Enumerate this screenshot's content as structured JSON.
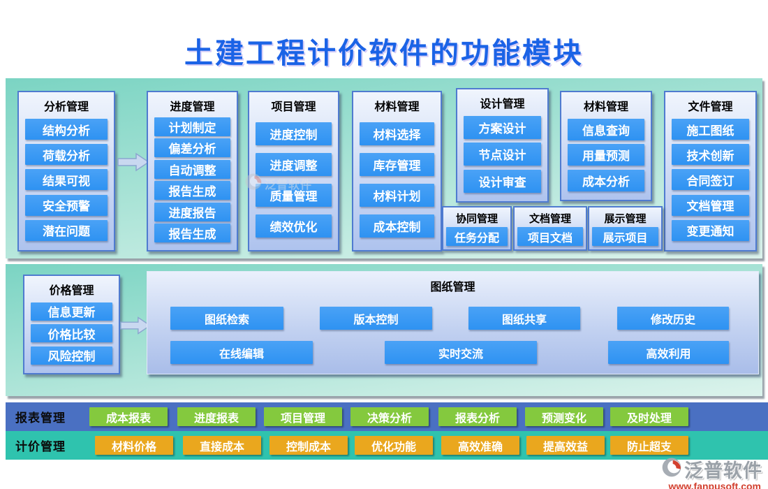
{
  "title": "土建工程计价软件的功能模块",
  "band1": {
    "columns": [
      {
        "header": "分析管理",
        "items": [
          "结构分析",
          "荷载分析",
          "结果可视",
          "安全预警",
          "潜在问题"
        ]
      },
      {
        "header": "进度管理",
        "items": [
          "计划制定",
          "偏差分析",
          "自动调整",
          "报告生成",
          "进度报告",
          "报告生成"
        ]
      },
      {
        "header": "项目管理",
        "items": [
          "进度控制",
          "进度调整",
          "质量管理",
          "绩效优化"
        ]
      },
      {
        "header": "材料管理",
        "items": [
          "材料选择",
          "库存管理",
          "材料计划",
          "成本控制"
        ]
      },
      {
        "header": "设计管理",
        "items": [
          "方案设计",
          "节点设计",
          "设计审查"
        ]
      },
      {
        "header": "材料管理",
        "items": [
          "信息查询",
          "用量预测",
          "成本分析"
        ]
      },
      {
        "header": "文件管理",
        "items": [
          "施工图纸",
          "技术创新",
          "合同签订",
          "文档管理",
          "变更通知"
        ]
      }
    ],
    "mini_panels": [
      {
        "header": "协同管理",
        "item": "任务分配"
      },
      {
        "header": "文档管理",
        "item": "项目文档"
      },
      {
        "header": "展示管理",
        "item": "展示项目"
      }
    ]
  },
  "band2": {
    "price_column": {
      "header": "价格管理",
      "items": [
        "信息更新",
        "价格比较",
        "风险控制"
      ]
    },
    "drawing_panel": {
      "title": "图纸管理",
      "row1": [
        "图纸检索",
        "版本控制",
        "图纸共享",
        "修改历史"
      ],
      "row2": [
        "在线编辑",
        "实时交流",
        "高效利用"
      ]
    }
  },
  "report_row": {
    "label": "报表管理",
    "items": [
      "成本报表",
      "进度报表",
      "项目管理",
      "决策分析",
      "报表分析",
      "预测变化",
      "及时处理"
    ]
  },
  "pricing_row": {
    "label": "计价管理",
    "items": [
      "材料价格",
      "直接成本",
      "控制成本",
      "优化功能",
      "高效准确",
      "提高效益",
      "防止超支"
    ]
  },
  "watermark": {
    "text": "泛普软件"
  },
  "footer": {
    "brand": "泛普软件",
    "url": "www.fanpusoft.com"
  },
  "colors": {
    "title_blue": "#1b63e6",
    "module_button_blue": "#3399f3",
    "report_row_bg": "#4a70c2",
    "pricing_row_bg": "#2fc3ae",
    "report_button_green": "#84c93e",
    "pricing_button_orange": "#eaa71e",
    "brand_red": "#d2402f"
  }
}
